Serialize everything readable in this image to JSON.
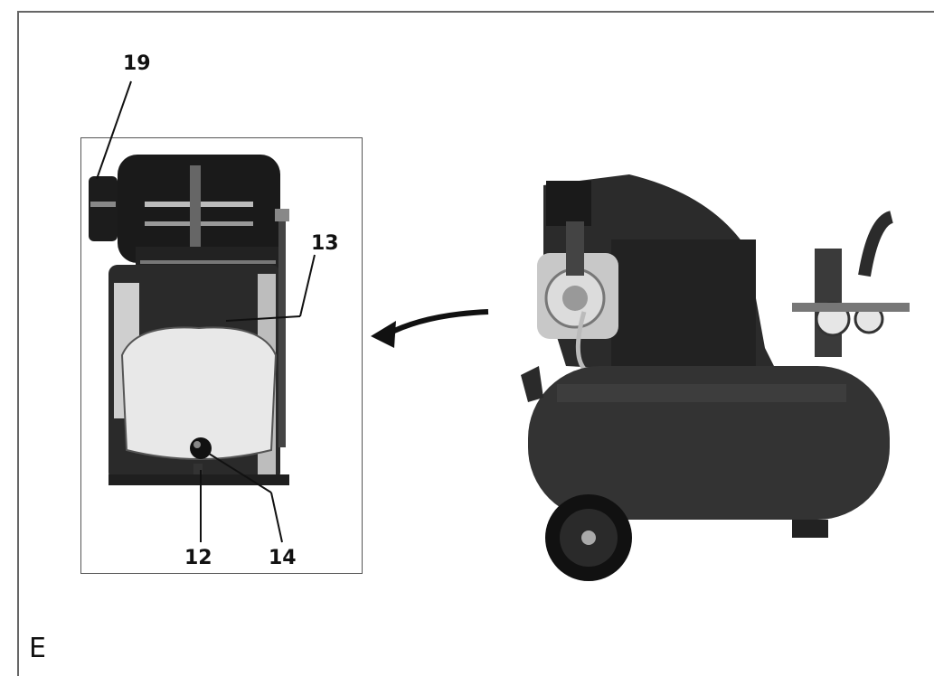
{
  "callouts": {
    "c19": "19",
    "c13": "13",
    "c12": "12",
    "c14": "14"
  },
  "page_letter": "E",
  "colors": {
    "body": "#2b2b2b",
    "highlight": "#e8e8e8",
    "line": "#111111"
  }
}
